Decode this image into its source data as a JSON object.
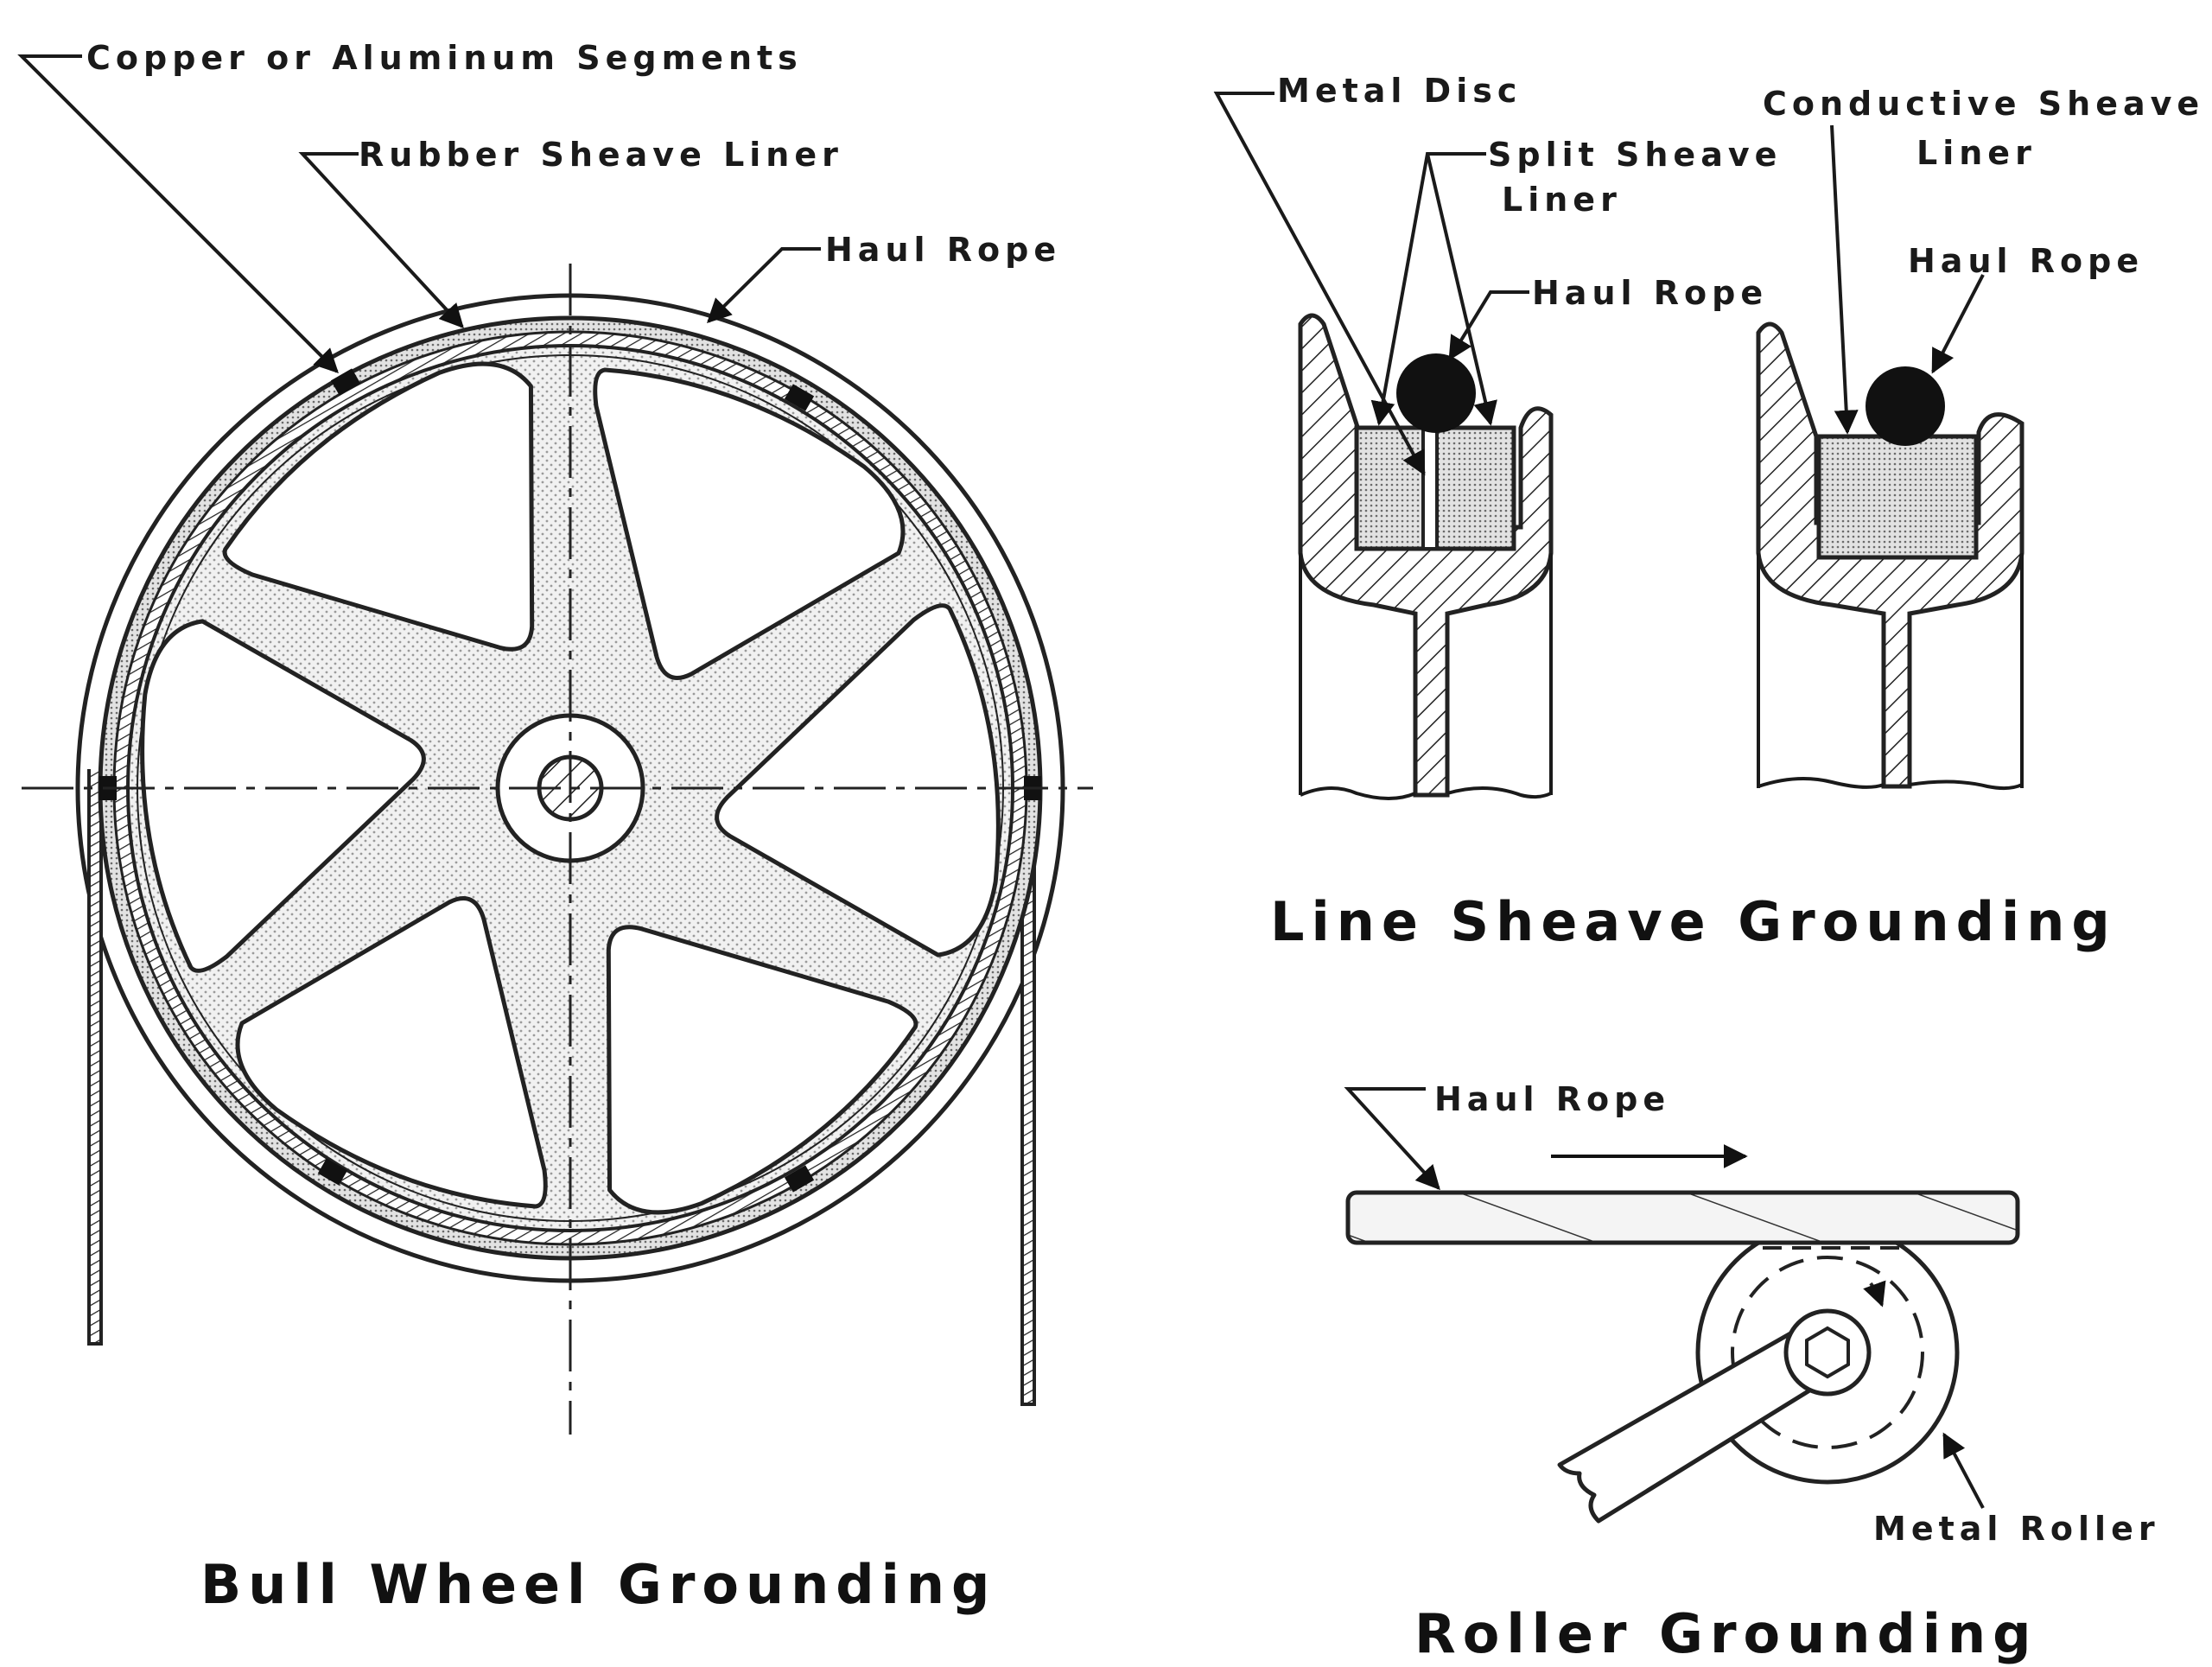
{
  "bull_wheel": {
    "title": "Bull Wheel Grounding",
    "label_segments": "Copper or Aluminum Segments",
    "label_rubber_liner": "Rubber Sheave Liner",
    "label_haul_rope": "Haul Rope"
  },
  "line_sheave": {
    "title": "Line Sheave Grounding",
    "label_metal_disc": "Metal Disc",
    "label_split_liner_1": "Split Sheave",
    "label_split_liner_2": "Liner",
    "label_haul_rope_left": "Haul Rope",
    "label_conductive_liner_1": "Conductive Sheave",
    "label_conductive_liner_2": "Liner",
    "label_haul_rope_right": "Haul Rope"
  },
  "roller": {
    "title": "Roller Grounding",
    "label_haul_rope": "Haul Rope",
    "label_metal_roller": "Metal Roller"
  }
}
